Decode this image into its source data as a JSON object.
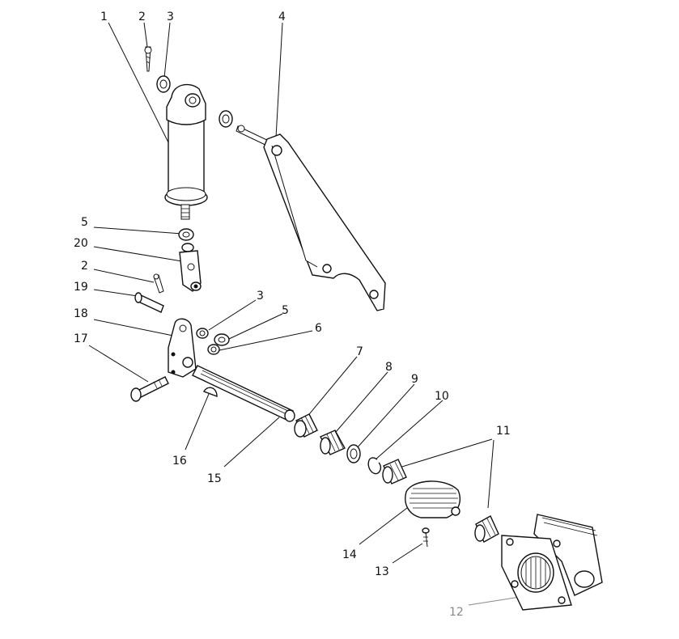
{
  "diagram": {
    "labels": [
      {
        "id": "l1",
        "text": "1"
      },
      {
        "id": "l2a",
        "text": "2"
      },
      {
        "id": "l3a",
        "text": "3"
      },
      {
        "id": "l4",
        "text": "4"
      },
      {
        "id": "l5a",
        "text": "5"
      },
      {
        "id": "l20",
        "text": "20"
      },
      {
        "id": "l2b",
        "text": "2"
      },
      {
        "id": "l19",
        "text": "19"
      },
      {
        "id": "l3b",
        "text": "3"
      },
      {
        "id": "l5b",
        "text": "5"
      },
      {
        "id": "l18",
        "text": "18"
      },
      {
        "id": "l6",
        "text": "6"
      },
      {
        "id": "l17",
        "text": "17"
      },
      {
        "id": "l7",
        "text": "7"
      },
      {
        "id": "l8",
        "text": "8"
      },
      {
        "id": "l9",
        "text": "9"
      },
      {
        "id": "l10",
        "text": "10"
      },
      {
        "id": "l11",
        "text": "11"
      },
      {
        "id": "l16",
        "text": "16"
      },
      {
        "id": "l15",
        "text": "15"
      },
      {
        "id": "l14",
        "text": "14"
      },
      {
        "id": "l13",
        "text": "13"
      },
      {
        "id": "l12",
        "text": "12"
      }
    ]
  }
}
